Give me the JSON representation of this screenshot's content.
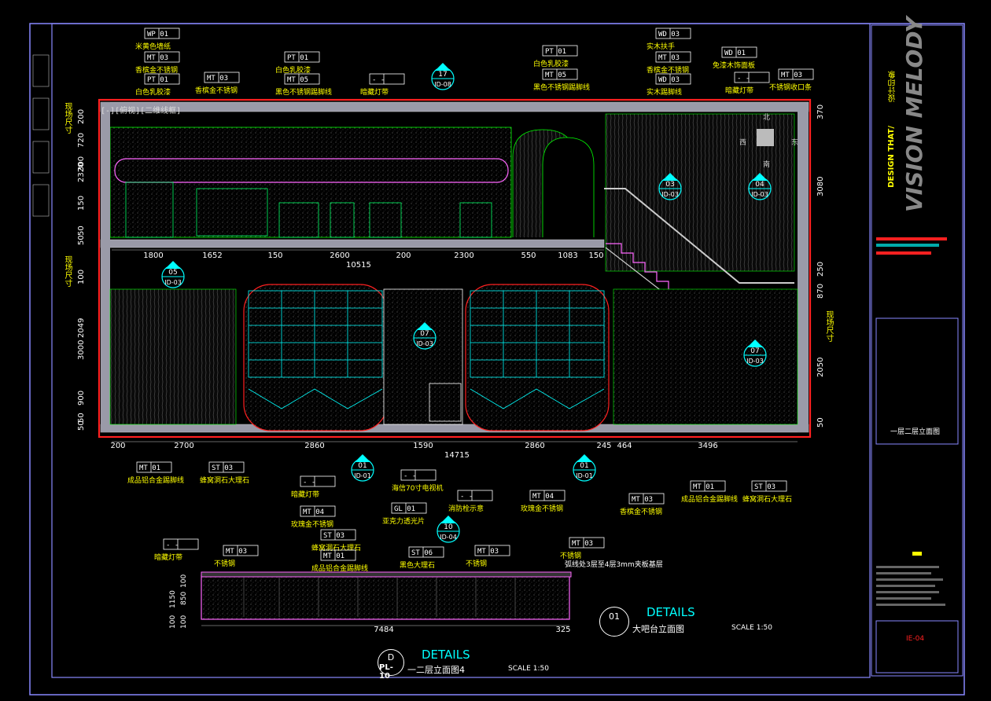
{
  "viewport_label": "[-][俯视][二维线框]",
  "compass": {
    "north": "北",
    "south": "南",
    "east": "东",
    "west": "西"
  },
  "top_tags": [
    {
      "code": "WP 01",
      "desc": "米黄色墙纸"
    },
    {
      "code": "MT 03",
      "desc": "香槟金不锈钢"
    },
    {
      "code": "PT 01",
      "desc": "白色乳胶漆"
    },
    {
      "code": "MT 03",
      "desc": "香槟金不锈钢"
    },
    {
      "code": "PT 01",
      "desc": "白色乳胶漆"
    },
    {
      "code": "MT 05",
      "desc": "黑色不锈钢踢脚线"
    },
    {
      "code": "- -",
      "desc": "暗藏灯带"
    },
    {
      "code": "PT 01",
      "desc": "白色乳胶漆"
    },
    {
      "code": "MT 05",
      "desc": "黑色不锈钢踢脚线"
    },
    {
      "code": "WD 03",
      "desc": "实木扶手"
    },
    {
      "code": "MT 03",
      "desc": "香槟金不锈钢"
    },
    {
      "code": "WD 03",
      "desc": "实木踢脚线"
    },
    {
      "code": "WD 01",
      "desc": "免漆木饰面板"
    },
    {
      "code": "- -",
      "desc": "暗藏灯带"
    },
    {
      "code": "MT 03",
      "desc": "不锈钢收口条"
    }
  ],
  "section_markers": [
    {
      "num": "17",
      "ref": "ID-08"
    },
    {
      "num": "05",
      "ref": "ID-03"
    },
    {
      "num": "03",
      "ref": "ID-03"
    },
    {
      "num": "04",
      "ref": "ID-03"
    },
    {
      "num": "07",
      "ref": "ID-03"
    },
    {
      "num": "07",
      "ref": "ID-03"
    },
    {
      "num": "10",
      "ref": "ID-04"
    },
    {
      "num": "01",
      "ref": "ID-01"
    },
    {
      "num": "01",
      "ref": "ID-01"
    }
  ],
  "dims_mid": [
    "1800",
    "1652",
    "150",
    "2600",
    "200",
    "2300",
    "550",
    "1083",
    "150"
  ],
  "dim_mid_total": "10515",
  "dims_bottom": [
    "200",
    "2700",
    "2860",
    "1590",
    "2860",
    "245",
    "464",
    "3496"
  ],
  "dim_bottom_total": "14715",
  "left_dims": [
    "200",
    "720",
    "2320",
    "300",
    "150",
    "50",
    "50",
    "100",
    "2049",
    "3000",
    "900",
    "50",
    "50"
  ],
  "left_labels": [
    "现场尺寸",
    "现场尺寸"
  ],
  "right_dims": [
    "370",
    "3080",
    "250",
    "870",
    "2050",
    "50"
  ],
  "right_label": "现场尺寸",
  "bottom_tags": [
    {
      "code": "MT 01",
      "desc": "成品铝合金踢脚线"
    },
    {
      "code": "ST 03",
      "desc": "蜂窝洞石大理石"
    },
    {
      "code": "- -",
      "desc": "暗藏灯带"
    },
    {
      "code": "MT 04",
      "desc": "玫瑰金不锈钢"
    },
    {
      "code": "- -",
      "desc": "海信70寸电视机"
    },
    {
      "code": "GL 01",
      "desc": "亚克力透光片"
    },
    {
      "code": "- -",
      "desc": "消防栓示意"
    },
    {
      "code": "MT 04",
      "desc": "玫瑰金不锈钢"
    },
    {
      "code": "MT 03",
      "desc": "香槟金不锈钢"
    },
    {
      "code": "MT 01",
      "desc": "成品铝合金踢脚线"
    },
    {
      "code": "ST 03",
      "desc": "蜂窝洞石大理石"
    }
  ],
  "bar_tags": [
    {
      "code": "- -",
      "desc": "暗藏灯带"
    },
    {
      "code": "MT 03",
      "desc": "不锈钢"
    },
    {
      "code": "ST 03",
      "desc": "蜂窝洞石大理石"
    },
    {
      "code": "MT 01",
      "desc": "成品铝合金踢脚线"
    },
    {
      "code": "ST 06",
      "desc": "黑色大理石"
    },
    {
      "code": "MT 03",
      "desc": "不锈钢"
    },
    {
      "code": "MT 03",
      "desc": "不锈钢"
    }
  ],
  "bar_note": "弧线处3层至4层3mm夹板基层",
  "bar_dims": [
    "7484",
    "325",
    "1150",
    "850",
    "100",
    "100",
    "100"
  ],
  "bar_title": {
    "num": "01",
    "title": "DETAILS",
    "subtitle": "大吧台立面图",
    "scale": "SCALE  1:50"
  },
  "main_title": {
    "num": "D",
    "ref": "PL-10",
    "title": "DETAILS",
    "subtitle": "一二层立面图4",
    "scale": "SCALE  1:50"
  },
  "title_block": {
    "brand_top": "DESIGN THAT/",
    "brand_main": "VISION MELODY",
    "brand_cn": "设计印象",
    "drawing_name": "一层二层立面图",
    "sheet_no": "IE-04"
  },
  "colors": {
    "background": "#000000",
    "frame": "#7777ff",
    "highlight": "#ff0000",
    "yellow": "#ffff00",
    "cyan": "#00ffff",
    "green": "#00ff00"
  }
}
